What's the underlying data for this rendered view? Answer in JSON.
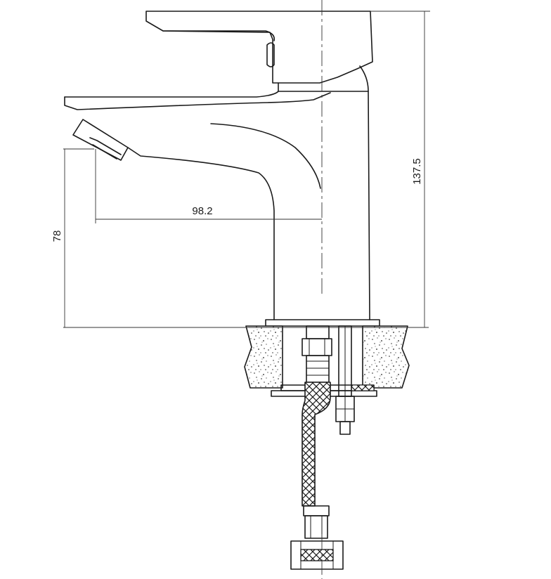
{
  "dimensions": {
    "spout_reach": "98.2",
    "spout_height": "78",
    "total_height": "137.5"
  }
}
